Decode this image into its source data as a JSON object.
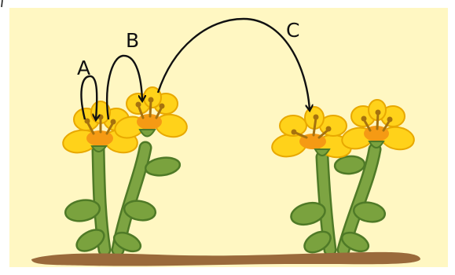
{
  "labels": {
    "a": "A",
    "b": "B",
    "c": "C"
  },
  "colors": {
    "background": "#FFF7C2",
    "petal": "#FFD21A",
    "petal_outline": "#E8A800",
    "flower_center": "#F59A14",
    "stamen": "#A6720E",
    "stem": "#7DA442",
    "leaf": "#7AA23E",
    "leaf_outline": "#4F7A27",
    "soil": "#9A6A3B",
    "arrow": "#111111"
  }
}
